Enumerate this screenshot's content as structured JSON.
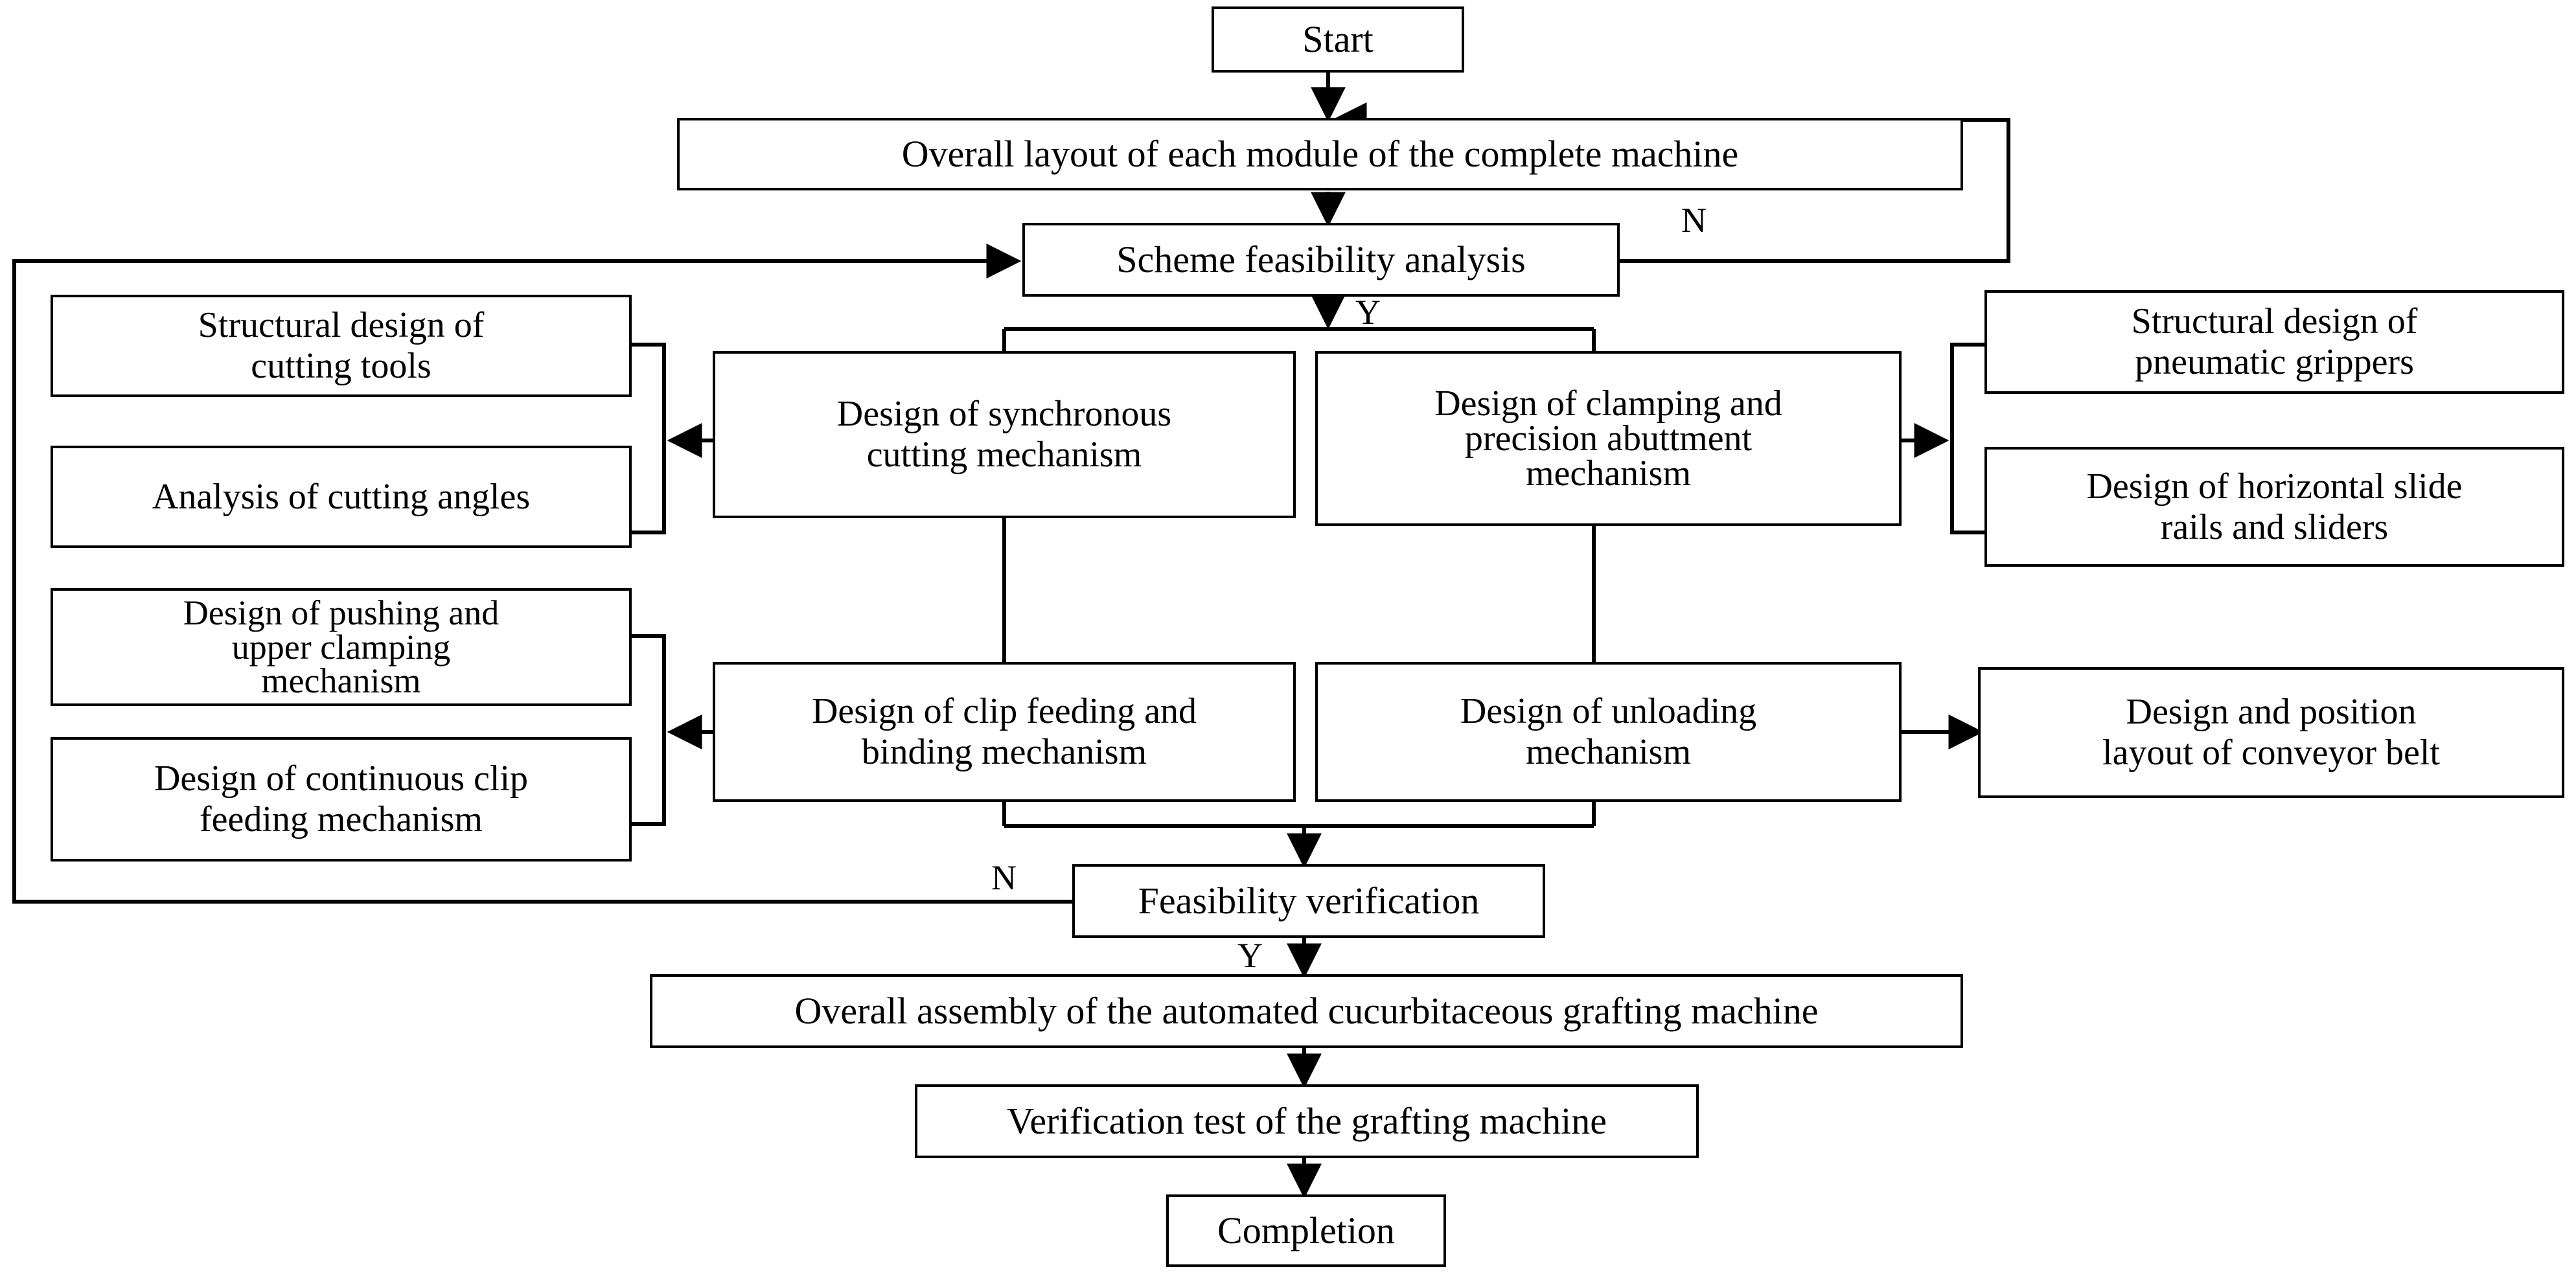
{
  "diagram": {
    "title": "Design flow of the automated cucurbitaceous grafting machine",
    "orientation": "top-down",
    "background_color": "#ffffff",
    "line_color": "#000000",
    "text_color": "#000000"
  },
  "nodes": {
    "start": "Start",
    "overall_layout": "Overall layout of each module of the complete machine",
    "scheme_feasibility": "Scheme feasibility analysis",
    "synchronous_cutting": "Design of synchronous\ncutting mechanism",
    "clamping_abutment": "Design of clamping and\nprecision abuttment\nmechanism",
    "cutting_tools": "Structural design of\ncutting tools",
    "cutting_angles": "Analysis of cutting angles",
    "pneumatic_grippers": "Structural design of\npneumatic grippers",
    "slide_rails": "Design of horizontal slide\nrails and sliders",
    "pushing_upper_clamping": "Design of pushing and\nupper clamping\nmechanism",
    "continuous_clip_feeding": "Design of continuous clip\nfeeding mechanism",
    "clip_feeding_binding": "Design of clip feeding and\nbinding mechanism",
    "unloading": "Design of unloading\nmechanism",
    "conveyor_belt": "Design and position\nlayout of conveyor belt",
    "feasibility_verification": "Feasibility verification",
    "overall_assembly": "Overall assembly of the automated cucurbitaceous grafting machine",
    "verification_test": "Verification test of the grafting machine",
    "completion": "Completion"
  },
  "edge_labels": {
    "scheme_no": "N",
    "scheme_yes": "Y",
    "verification_no": "N",
    "verification_yes": "Y"
  }
}
